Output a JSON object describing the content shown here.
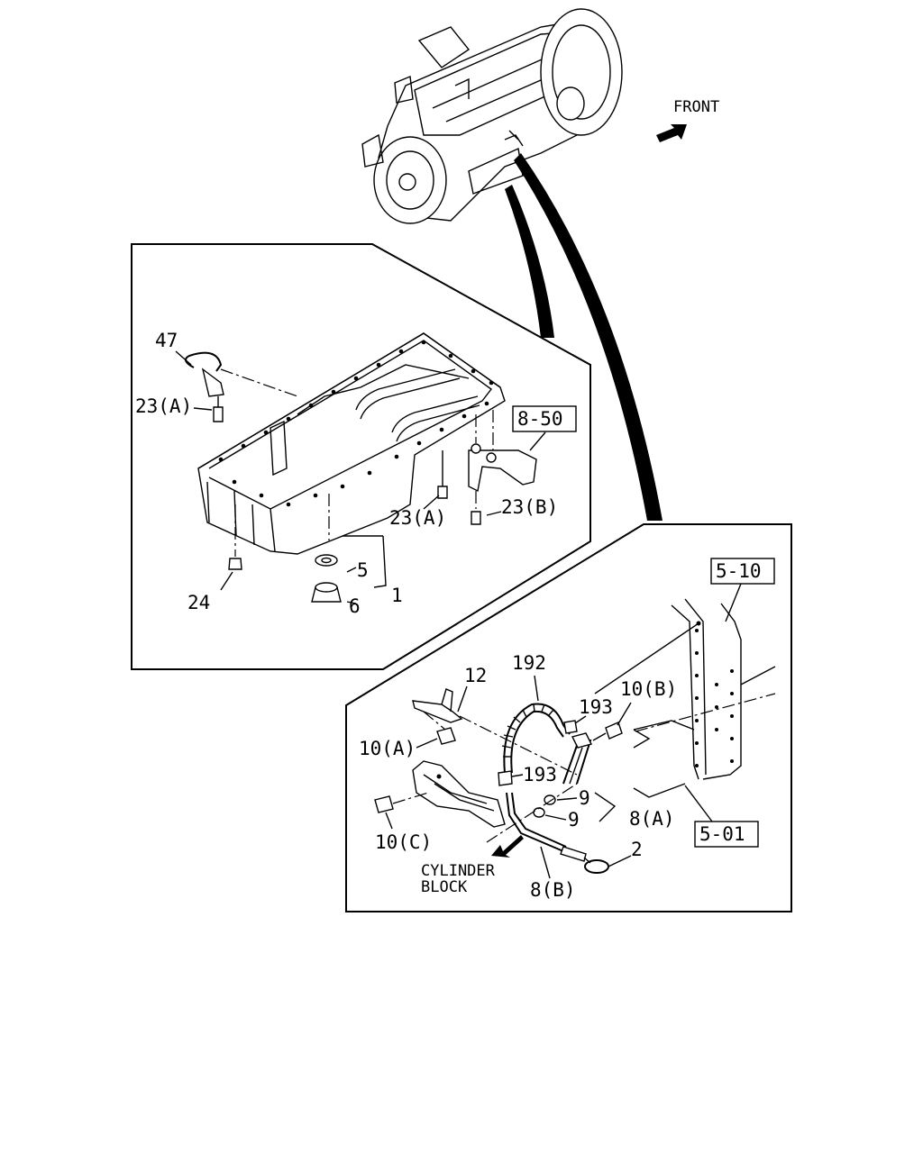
{
  "orientation": {
    "front_label": "FRONT"
  },
  "oil_pan_panel": {
    "callouts": {
      "p47": "47",
      "p23a_top": "23(A)",
      "p23a_mid": "23(A)",
      "p23b": "23(B)",
      "p24": "24",
      "p5": "5",
      "p6": "6",
      "p1": "1"
    },
    "ref_box": "8-50"
  },
  "dipstick_panel": {
    "callouts": {
      "p12": "12",
      "p192": "192",
      "p193_top": "193",
      "p193_bot": "193",
      "p10a": "10(A)",
      "p10b": "10(B)",
      "p10c": "10(C)",
      "p9_top": "9",
      "p9_bot": "9",
      "p8a": "8(A)",
      "p8b": "8(B)",
      "p2": "2"
    },
    "ref_box_top": "5-10",
    "ref_box_bottom": "5-01",
    "cylinder_block_line1": "CYLINDER",
    "cylinder_block_line2": "BLOCK"
  }
}
